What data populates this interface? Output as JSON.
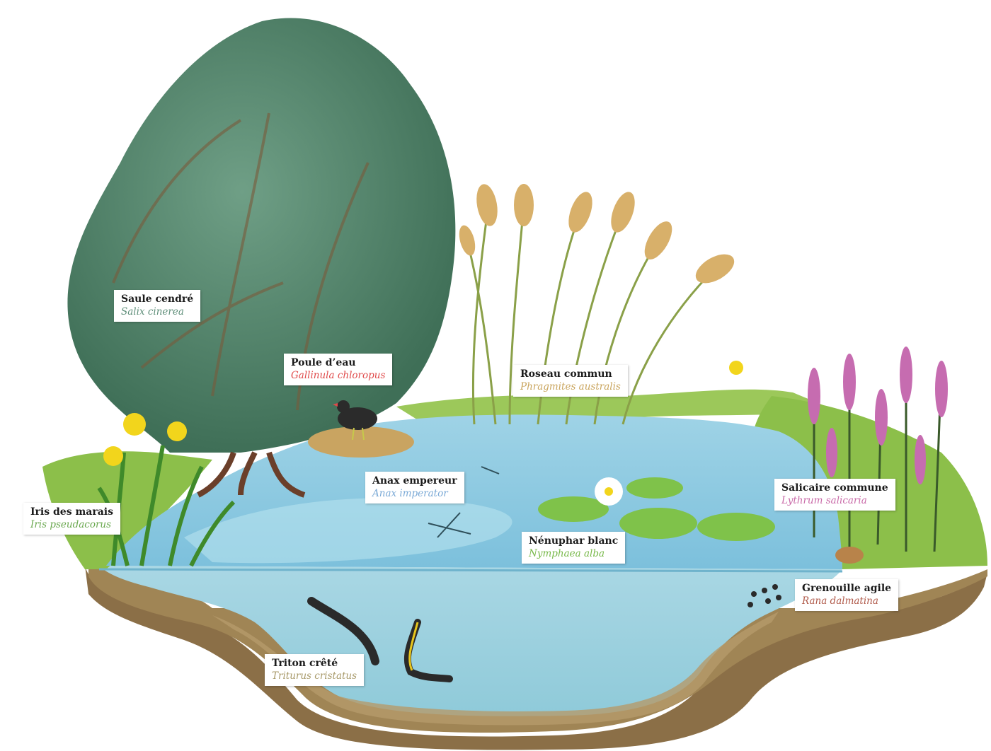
{
  "labels": [
    {
      "id": "saule",
      "common": "Saule cendré",
      "latin": "Salix cinerea",
      "color": "#5f8f7a"
    },
    {
      "id": "poule",
      "common": "Poule d’eau",
      "latin": "Gallinula chloropus",
      "color": "#e04a4a"
    },
    {
      "id": "roseau",
      "common": "Roseau commun",
      "latin": "Phragmites australis",
      "color": "#c9a45c"
    },
    {
      "id": "iris",
      "common": "Iris des marais",
      "latin": "Iris pseudacorus",
      "color": "#6aa84f"
    },
    {
      "id": "anax",
      "common": "Anax empereur",
      "latin": "Anax imperator",
      "color": "#7aa9d6"
    },
    {
      "id": "salicaire",
      "common": "Salicaire commune",
      "latin": "Lythrum salicaria",
      "color": "#c96aa8"
    },
    {
      "id": "nenuphar",
      "common": "Nénuphar blanc",
      "latin": "Nymphaea alba",
      "color": "#78b94a"
    },
    {
      "id": "grenouille",
      "common": "Grenouille agile",
      "latin": "Rana dalmatina",
      "color": "#b05a4a"
    },
    {
      "id": "triton",
      "common": "Triton crêté",
      "latin": "Triturus cristatus",
      "color": "#a89a6a"
    }
  ]
}
